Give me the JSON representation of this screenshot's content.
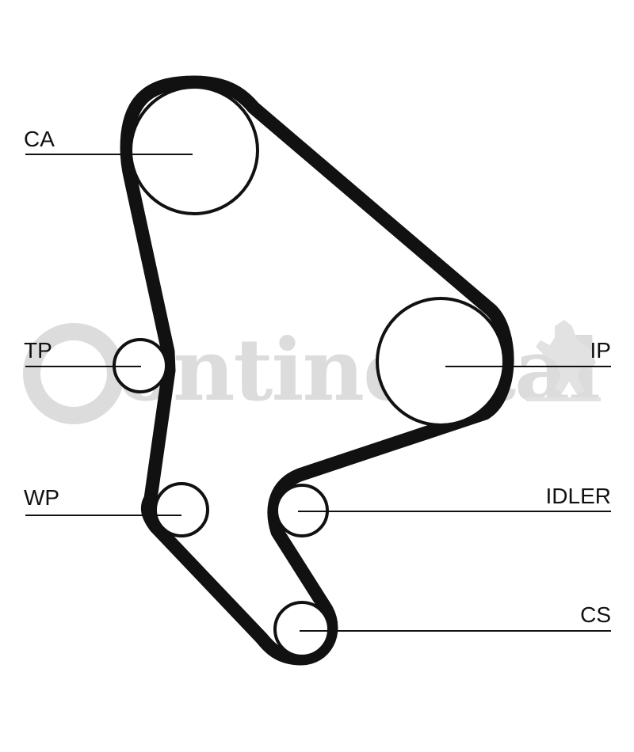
{
  "watermark": {
    "brand": "ontinental",
    "color": "#dcdcdc",
    "logo_icon": "prancing-horse-icon"
  },
  "components": [
    {
      "id": "ca",
      "label": "CA"
    },
    {
      "id": "ip",
      "label": "IP"
    },
    {
      "id": "tp",
      "label": "TP"
    },
    {
      "id": "wp",
      "label": "WP"
    },
    {
      "id": "idler",
      "label": "IDLER"
    },
    {
      "id": "cs",
      "label": "CS"
    }
  ],
  "colors": {
    "line": "#111111",
    "background": "#ffffff"
  }
}
